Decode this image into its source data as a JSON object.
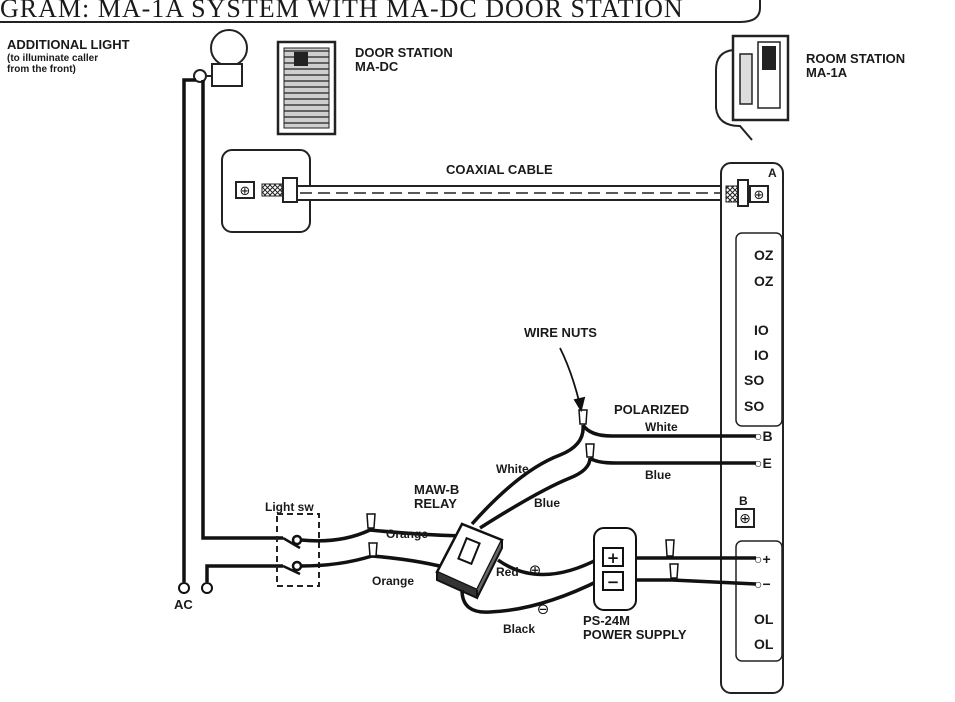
{
  "title": "GRAM: MA-1A SYSTEM WITH MA-DC DOOR STATION",
  "labels": {
    "additional_light": "ADDITIONAL LIGHT",
    "additional_light_note1": "(to illuminate caller",
    "additional_light_note2": "from the front)",
    "door_station1": "DOOR STATION",
    "door_station2": "MA-DC",
    "room_station1": "ROOM STATION",
    "room_station2": "MA-1A",
    "coaxial_cable": "COAXIAL CABLE",
    "wire_nuts": "WIRE NUTS",
    "polarized": "POLARIZED",
    "white": "White",
    "blue": "Blue",
    "orange": "Orange",
    "red": "Red",
    "black": "Black",
    "relay1": "MAW-B",
    "relay2": "RELAY",
    "light_sw": "Light sw",
    "ac": "AC",
    "power1": "PS-24M",
    "power2": "POWER SUPPLY",
    "terminal_a": "A",
    "terminal_b": "B"
  },
  "terminals": {
    "z1": "OZ",
    "z2": "OZ",
    "i1": "IO",
    "i2": "IO",
    "s1": "SO",
    "s2": "SO",
    "b": "B",
    "e": "E",
    "plus": "+",
    "minus": "−",
    "l1": "OL",
    "l2": "OL"
  }
}
